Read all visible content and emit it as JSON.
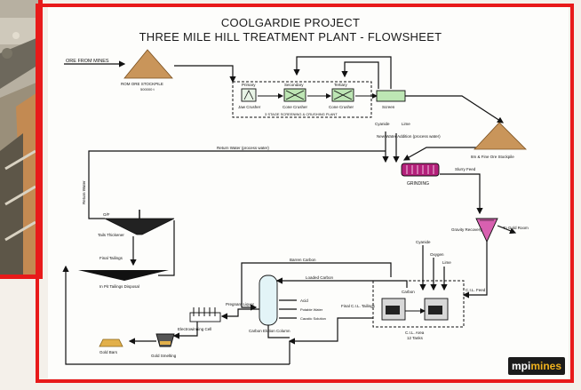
{
  "title": {
    "line1": "COOLGARDIE PROJECT",
    "line2": "THREE MILE HILL TREATMENT PLANT - FLOWSHEET"
  },
  "labels": {
    "ore_from_mines": "ORE FROM MINES",
    "rom_stockpile": "ROM ORE STOCKPILE",
    "rom_tonnage": "500000 t",
    "primary": "Primary",
    "secondary": "Secondary",
    "tertiary": "Tertiary",
    "jaw_crusher": "Jaw Crusher",
    "cone_crusher_1": "Cone Crusher",
    "cone_crusher_2": "Cone Crusher",
    "crushing_plant": "3 STAGE SCREENING & CRUSHING PLANT",
    "screen": "Screen",
    "cyanide_top": "Cyanide",
    "lime_top": "Lime",
    "new_water": "New Water Addition (process water)",
    "fine_ore_stockpile": "8m & Fine Ore Stockpile",
    "return_water_process": "Return Water (process water)",
    "return_water_vertical": "Return Water",
    "grinding": "GRINDING",
    "slurry_feed": "Slurry Feed",
    "gravity_recovery": "Gravity Recovery",
    "to_gold_room": "To Gold Room",
    "op": "O/F",
    "tails_thickener": "Tails Thickener",
    "final_tailings": "Final Tailings",
    "tailings_disposal": "In Pit Tailings Disposal",
    "cyanide": "Cyanide",
    "oxygen": "Oxygen",
    "lime": "Lime",
    "barren_carbon": "Barren Carbon",
    "loaded_carbon": "Loaded Carbon",
    "carbon": "Carbon",
    "cil_feed": "C.I.L. Feed",
    "acid": "Acid",
    "potable_water": "Potable Water",
    "caustic_solution": "Caustic Solution",
    "final_cil_tailings": "Final C.I.L. Tailings",
    "cil_area": "C.I.L. Area",
    "tanks": "12 Tanks",
    "pregnant_liquor": "Pregnant Liquor",
    "carbon_elution": "Carbon Elution Column",
    "electrowinning": "Electrowinning Cell",
    "gold_bars": "Gold Bars",
    "gold_smelting": "Gold Smelting"
  },
  "logo": {
    "prefix": "mpi",
    "suffix": "mines"
  },
  "colors": {
    "frame_red": "#e81a1a",
    "ore_brown": "#c9955a",
    "screen_green": "#bde6b4",
    "grinding_magenta": "#b3207a",
    "gravity_magenta": "#d860b0",
    "gold": "#e2b04a",
    "logo_gold": "#f0b21e"
  }
}
